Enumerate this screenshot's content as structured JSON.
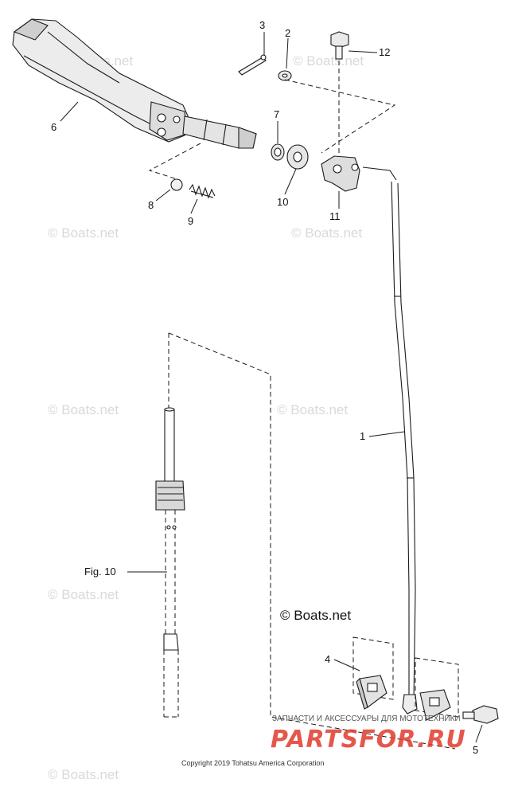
{
  "callouts": {
    "p1": "1",
    "p2": "2",
    "p3": "3",
    "p4": "4",
    "p5": "5",
    "p6": "6",
    "p7": "7",
    "p8": "8",
    "p9": "9",
    "p10": "10",
    "p11": "11",
    "p12": "12",
    "fig": "Fig. 10"
  },
  "watermark": {
    "text": "© Boats.net",
    "main": "© Boats.net"
  },
  "footer": {
    "copyright": "Copyright 2019 Tohatsu America Corporation",
    "ru_caption": "ЗАПЧАСТИ И АКСЕССУАРЫ ДЛЯ МОТОТЕХНИКИ",
    "brand": "PARTSFOR.RU"
  },
  "colors": {
    "line": "#1a1a1a",
    "brand": "#e23a2c",
    "watermark": "#d9d9d9"
  }
}
